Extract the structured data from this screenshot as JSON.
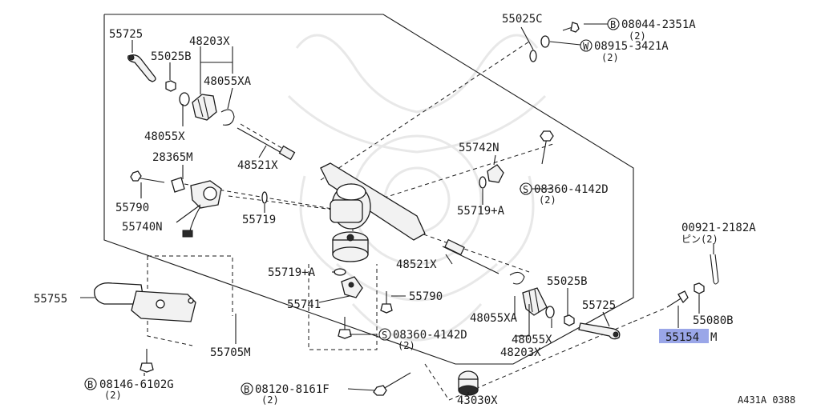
{
  "diagram": {
    "labels": {
      "p55725_top": "55725",
      "p48203x_top": "48203X",
      "p55025b_top": "55025B",
      "p48055xa_top": "48055XA",
      "p48055x_top": "48055X",
      "p48521x_top": "48521X",
      "p28365m": "28365M",
      "p55790_left": "55790",
      "p55740n": "55740N",
      "p55719": "55719",
      "p55025c": "55025C",
      "p08044": "08044-2351A",
      "p08044_qty": "(2)",
      "p08915": "08915-3421A",
      "p08915_qty": "(2)",
      "p55742n": "55742N",
      "p08360_right": "08360-4142D",
      "p08360_right_qty": "(2)",
      "p55719a_right": "55719+A",
      "p48521x_mid": "48521X",
      "p55719a_mid": "55719+A",
      "p55741": "55741",
      "p55790_mid": "55790",
      "p08360_mid": "08360-4142D",
      "p08360_mid_qty": "(2)",
      "p55025b_mid": "55025B",
      "p48055xa_mid": "48055XA",
      "p48055x_mid": "48055X",
      "p48203x_mid": "48203X",
      "p55725_mid": "55725",
      "p00921": "00921-2182A",
      "p00921_sub": "ピン(2)",
      "p55080b": "55080B",
      "p55154_a": "55154",
      "p55154_b": "M",
      "p55755": "55755",
      "p55705m": "55705M",
      "p08146": "08146-6102G",
      "p08146_qty": "(2)",
      "p08120": "08120-8161F",
      "p08120_qty": "(2)",
      "p43030x": "43030X",
      "code": "A431A 0388"
    },
    "prefixes": {
      "b1": "B",
      "w1": "W",
      "s1": "S",
      "s2": "S",
      "b2": "B",
      "b3": "B"
    },
    "highlight_color": "#9aa6e8",
    "icons": [
      "tie-rod-end",
      "nut",
      "boot",
      "band",
      "clip",
      "inner-socket",
      "actuator",
      "bolt",
      "washer",
      "gear-housing",
      "bracket",
      "cover-plate",
      "mount-bushing",
      "cotter-pin",
      "bleeder",
      "watermark-kabuto"
    ]
  }
}
